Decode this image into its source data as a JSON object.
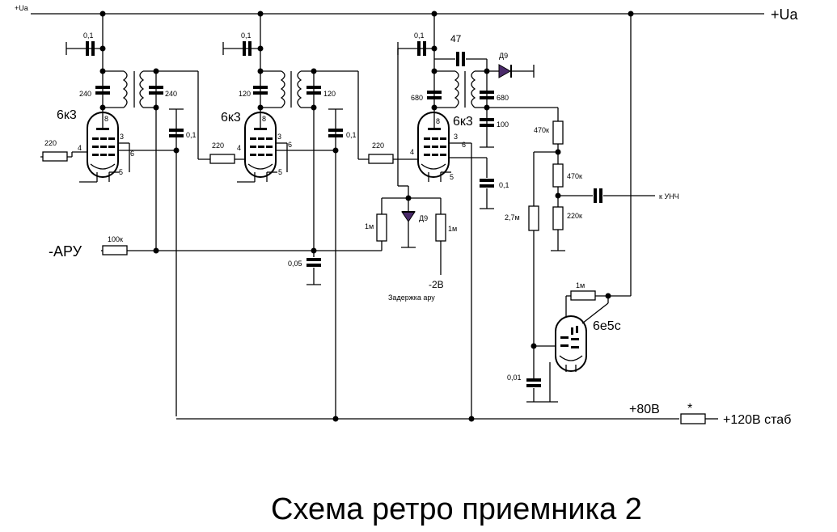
{
  "title": "Схема ретро приемника 2",
  "rails": {
    "ua_left": "+Ua",
    "ua_right": "+Ua",
    "aru": "-АРУ",
    "v80": "+80В",
    "v120": "+120В стаб",
    "star": "*",
    "minus2v": "-2В",
    "delay": "Задержка ару",
    "to_amp": "к УНЧ"
  },
  "tubes": {
    "t1": "6к3",
    "t2": "6к3",
    "t3": "6к3",
    "indicator": "6е5с"
  },
  "pins": {
    "p8": "8",
    "p3": "3",
    "p4": "4",
    "p5": "5",
    "p6": "6"
  },
  "components": {
    "c1_dec": "0,1",
    "c2_dec": "0,1",
    "c3_dec": "0,1",
    "c_couple": "47",
    "c1_tank_a": "240",
    "c1_tank_b": "240",
    "c2_tank_a": "120",
    "c2_tank_b": "120",
    "c3_tank_a": "680",
    "c3_tank_b": "680",
    "c1_byp": "0,1",
    "c2_byp": "0,1",
    "c3_byp": "0,1",
    "c_100": "100",
    "r_grid1": "220",
    "r_grid2": "220",
    "r_grid3": "220",
    "r_aru": "100к",
    "c_aru": "0,05",
    "r_1m_a": "1м",
    "r_1m_b": "1м",
    "d_aru": "Д9",
    "d_det": "Д9",
    "r_470a": "470к",
    "r_470b": "470к",
    "r_220k": "220к",
    "r_27m": "2,7м",
    "r_1m_ind": "1м",
    "c_001": "0,01"
  }
}
